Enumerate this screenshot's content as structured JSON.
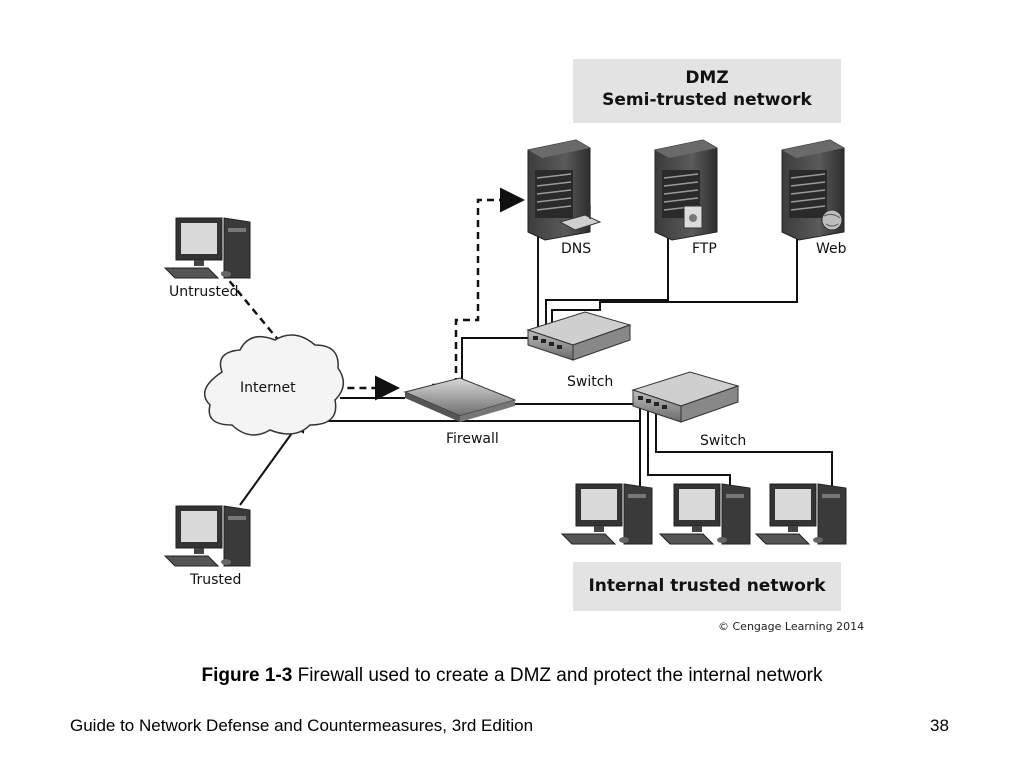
{
  "dmz": {
    "title": "DMZ",
    "subtitle": "Semi-trusted network"
  },
  "internal": {
    "title": "Internal trusted network"
  },
  "labels": {
    "dns": "DNS",
    "ftp": "FTP",
    "web": "Web",
    "untrusted": "Untrusted",
    "internet": "Internet",
    "firewall": "Firewall",
    "switch_dmz": "Switch",
    "switch_internal": "Switch",
    "trusted": "Trusted"
  },
  "copyright": "© Cengage Learning 2014",
  "caption": {
    "figure": "Figure 1-3",
    "text": " Firewall used to create a DMZ and protect the internal network"
  },
  "footer": {
    "left": "Guide to Network Defense and Countermeasures, 3rd Edition",
    "page": "38"
  }
}
